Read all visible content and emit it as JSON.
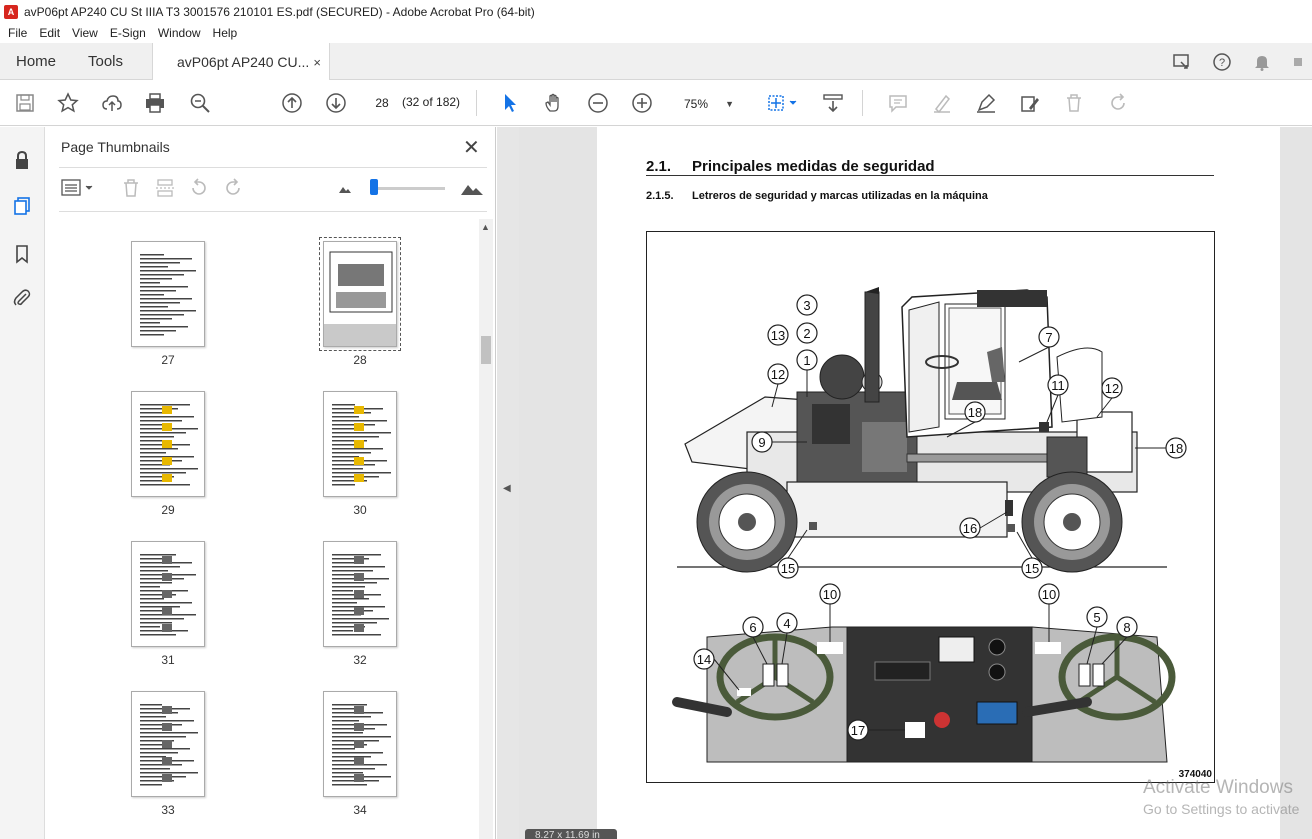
{
  "window": {
    "title": "avP06pt AP240 CU St IIIA T3 3001576 210101 ES.pdf (SECURED) - Adobe Acrobat Pro (64-bit)"
  },
  "menu": {
    "items": [
      "File",
      "Edit",
      "View",
      "E-Sign",
      "Window",
      "Help"
    ]
  },
  "tabs": {
    "home": "Home",
    "tools": "Tools",
    "doc": "avP06pt AP240 CU...",
    "close": "×"
  },
  "toolbar": {
    "page_number": "28",
    "page_count": "(32 of 182)",
    "zoom": "75%"
  },
  "thumbnails": {
    "title": "Page Thumbnails",
    "close": "✕",
    "pages": [
      {
        "label": "27"
      },
      {
        "label": "28"
      },
      {
        "label": "29"
      },
      {
        "label": "30"
      },
      {
        "label": "31"
      },
      {
        "label": "32"
      },
      {
        "label": "33"
      },
      {
        "label": "34"
      }
    ],
    "selected": "28"
  },
  "document": {
    "section_num": "2.1.",
    "section_title": "Principales medidas de seguridad",
    "subsection_num": "2.1.5.",
    "subsection_title": "Letreros de seguridad y marcas utilizadas en la máquina",
    "figure_id": "374040",
    "callouts": [
      "1",
      "2",
      "3",
      "4",
      "5",
      "6",
      "7",
      "8",
      "9",
      "10",
      "10",
      "11",
      "12",
      "12",
      "13",
      "14",
      "15",
      "15",
      "16",
      "17",
      "18",
      "18"
    ]
  },
  "status": {
    "page_size": "8.27 x 11.69 in"
  },
  "watermark": {
    "line1": "Activate Windows",
    "line2": "Go to Settings to activate"
  },
  "colors": {
    "accent": "#1473e6",
    "acrobat_red": "#d7261e"
  }
}
